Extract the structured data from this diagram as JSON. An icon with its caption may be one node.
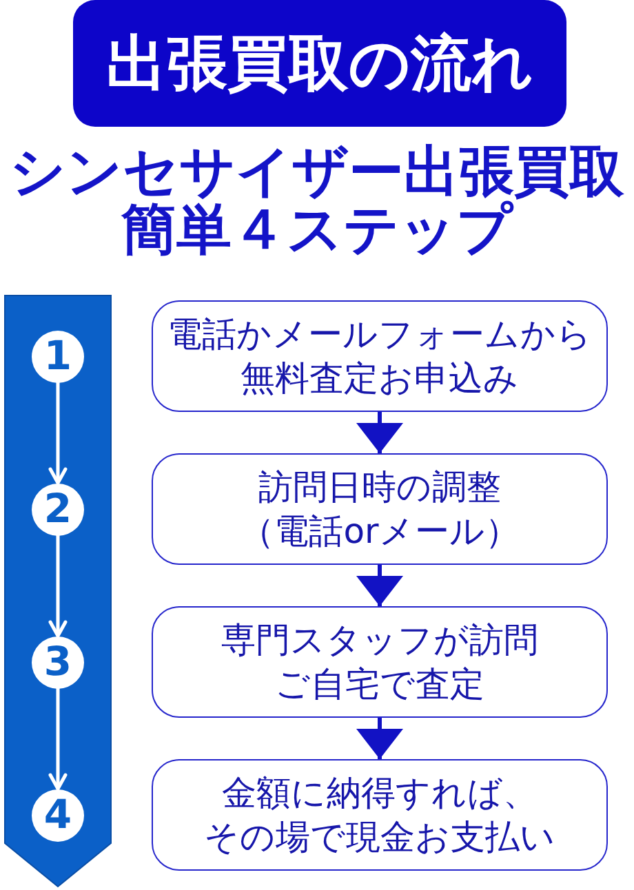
{
  "diagram": {
    "title": "出張買取の流れ",
    "nodes": [
      {
        "text": [],
        "shape": "arrow"
      },
      {
        "text": [
          "1"
        ],
        "in": 0
      },
      {
        "text": [
          "2"
        ],
        "in": 0
      },
      {
        "text": [
          "3"
        ],
        "in": 0
      },
      {
        "text": [
          "4"
        ],
        "in": 0
      },
      {
        "text": [
          "電話かメールフォームから無料査定お申込み"
        ]
      },
      {
        "text": [
          "訪問日時の調整（電話orメール）"
        ]
      },
      {
        "text": [
          "専門スタッフが訪問ご自宅で査定"
        ]
      },
      {
        "text": [
          "金額に納得すれば、その場で現金お支払い"
        ]
      }
    ],
    "edges": [
      {
        "from": 1,
        "to": 2,
        "arrow": "to",
        "color": "#ffffff"
      },
      {
        "from": 2,
        "to": 3,
        "arrow": "to",
        "color": "#ffffff"
      },
      {
        "from": 3,
        "to": 4,
        "arrow": "to",
        "color": "#ffffff"
      },
      {
        "from": 5,
        "to": 6,
        "arrow": "to",
        "color": "#1212c4"
      },
      {
        "from": 6,
        "to": 7,
        "arrow": "to",
        "color": "#1212c4"
      },
      {
        "from": 7,
        "to": 8,
        "arrow": "to",
        "color": "#1212c4"
      }
    ],
    "labels": [
      "シンセサイザー出張買取簡単４ステップ"
    ]
  }
}
